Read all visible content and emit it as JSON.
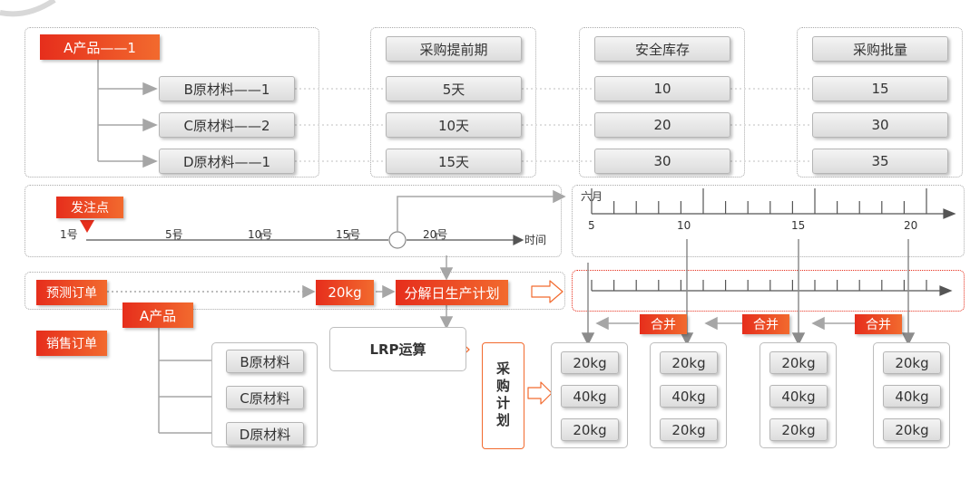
{
  "colors": {
    "accent_red": "#e62e1c",
    "accent_orange": "#f26a2e",
    "line_gray": "#9e9e9e"
  },
  "bom": {
    "parent": "A产品——1",
    "children": [
      "B原材料——1",
      "C原材料——2",
      "D原材料——1"
    ]
  },
  "attributes": [
    {
      "header": "采购提前期",
      "values": [
        "5天",
        "10天",
        "15天"
      ]
    },
    {
      "header": "安全库存",
      "values": [
        "10",
        "20",
        "30"
      ]
    },
    {
      "header": "采购批量",
      "values": [
        "15",
        "30",
        "35"
      ]
    }
  ],
  "timeline": {
    "order_point": "发注点",
    "ticks": [
      "1号",
      "5号",
      "10号",
      "15号",
      "20号"
    ],
    "axis_label": "时间"
  },
  "calendar": {
    "month": "六月",
    "ticks": [
      "5",
      "10",
      "15",
      "20"
    ]
  },
  "orders": {
    "forecast": "预测订单",
    "sales": "销售订单",
    "quantity": "20kg",
    "plan": "分解日生产计划"
  },
  "tree": {
    "parent": "A产品",
    "children": [
      "B原材料",
      "C原材料",
      "D原材料"
    ]
  },
  "lrp": "LRP运算",
  "purchase_plan": {
    "label": "采购计划",
    "merge_label": "合并",
    "groups": [
      [
        "20kg",
        "40kg",
        "20kg"
      ],
      [
        "20kg",
        "40kg",
        "20kg"
      ],
      [
        "20kg",
        "40kg",
        "20kg"
      ],
      [
        "20kg",
        "40kg",
        "20kg"
      ]
    ]
  }
}
